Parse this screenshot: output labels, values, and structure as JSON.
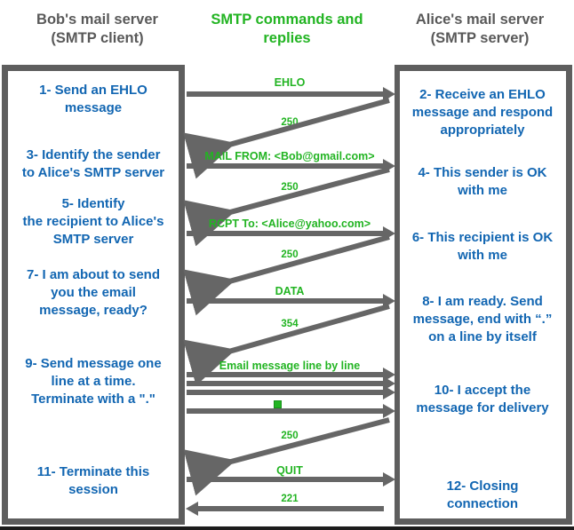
{
  "headings": {
    "left": "Bob's mail server\n(SMTP client)",
    "center": "SMTP commands and\nreplies",
    "right": "Alice's mail server\n(SMTP server)"
  },
  "colors": {
    "client_server_heading": "#595959",
    "command_green": "#22b422",
    "step_blue": "#1266b2",
    "arrow_gray": "#666666",
    "panel_border": "#5e5e5e"
  },
  "client_steps": [
    {
      "id": 1,
      "text": "1- Send an EHLO\nmessage"
    },
    {
      "id": 3,
      "text": "3- Identify the sender\nto Alice's SMTP server"
    },
    {
      "id": 5,
      "text": "5- Identify\nthe recipient to Alice's\nSMTP server"
    },
    {
      "id": 7,
      "text": "7- I am about to send\nyou the email\nmessage, ready?"
    },
    {
      "id": 9,
      "text": "9- Send message one\nline at a time.\nTerminate with a \".\""
    },
    {
      "id": 11,
      "text": "11- Terminate this\nsession"
    }
  ],
  "server_steps": [
    {
      "id": 2,
      "text": "2- Receive an EHLO\nmessage and respond\nappropriately"
    },
    {
      "id": 4,
      "text": "4- This sender is OK\nwith me"
    },
    {
      "id": 6,
      "text": "6- This recipient is OK\nwith me"
    },
    {
      "id": 8,
      "text": "8-  I am ready. Send\nmessage, end with “.”\non a line by itself"
    },
    {
      "id": 10,
      "text": "10-  I accept the\nmessage for delivery"
    },
    {
      "id": 12,
      "text": "12-  Closing\nconnection"
    }
  ],
  "messages": [
    {
      "label": "EHLO",
      "direction": "client-to-server"
    },
    {
      "label": "250",
      "direction": "server-to-client"
    },
    {
      "label": "MAIL FROM: <Bob@gmail.com>",
      "direction": "client-to-server"
    },
    {
      "label": "250",
      "direction": "server-to-client"
    },
    {
      "label": "RCPT To: <Alice@yahoo.com>",
      "direction": "client-to-server"
    },
    {
      "label": "250",
      "direction": "server-to-client"
    },
    {
      "label": "DATA",
      "direction": "client-to-server"
    },
    {
      "label": "354",
      "direction": "server-to-client"
    },
    {
      "label": "Email message line by line",
      "direction": "client-to-server"
    },
    {
      "label": "250",
      "direction": "server-to-client"
    },
    {
      "label": "QUIT",
      "direction": "client-to-server"
    },
    {
      "label": "221",
      "direction": "server-to-client"
    }
  ],
  "dot_marker": "green-square-period-marker"
}
